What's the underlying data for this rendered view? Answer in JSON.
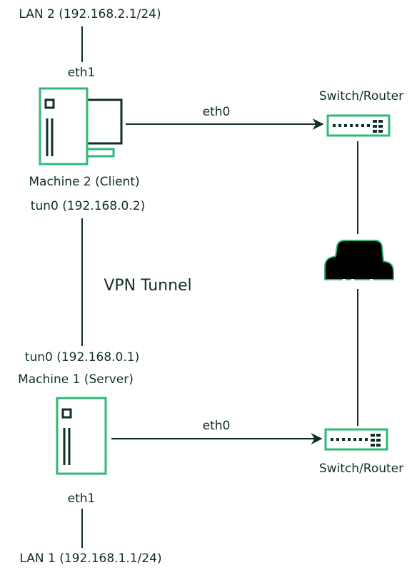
{
  "labels": {
    "lan2": "LAN 2 (192.168.2.1/24)",
    "m2_eth1": "eth1",
    "m2_eth0": "eth0",
    "router_top": "Switch/Router",
    "machine2": "Machine 2 (Client)",
    "m2_tun0": "tun0 (192.168.0.2)",
    "vpn_tunnel": "VPN Tunnel",
    "m1_tun0": "tun0 (192.168.0.1)",
    "machine1": "Machine 1 (Server)",
    "m1_eth0": "eth0",
    "router_bottom": "Switch/Router",
    "m1_eth1": "eth1",
    "lan1": "LAN 1 (192.168.1.1/24)"
  },
  "colors": {
    "device_outline": "#2fb877",
    "ink": "#0f2e2a",
    "cloud": "#000000"
  },
  "icons": {
    "client": "desktop-computer-icon",
    "server": "server-tower-icon",
    "switch": "network-switch-icon",
    "internet": "cloud-icon"
  }
}
